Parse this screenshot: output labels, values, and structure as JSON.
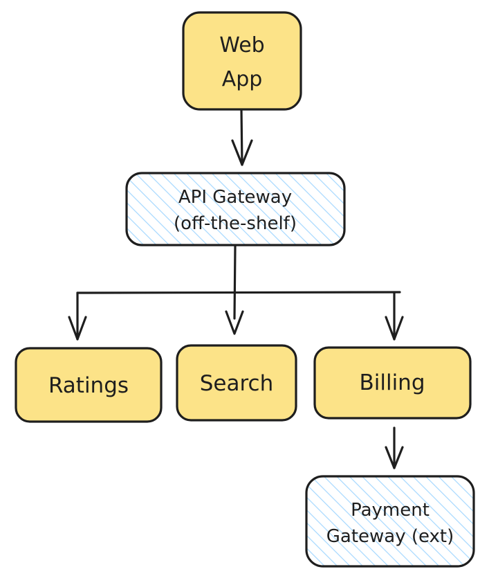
{
  "colors": {
    "stroke": "#1e1e1e",
    "service_fill": "#fce388",
    "external_hatch": "#a5d8ff",
    "background": "#ffffff"
  },
  "nodes": {
    "web_app": {
      "line1": "Web",
      "line2": "App",
      "kind": "service"
    },
    "api_gateway": {
      "line1": "API Gateway",
      "line2": "(off-the-shelf)",
      "kind": "external"
    },
    "ratings": {
      "label": "Ratings",
      "kind": "service"
    },
    "search": {
      "label": "Search",
      "kind": "service"
    },
    "billing": {
      "label": "Billing",
      "kind": "service"
    },
    "payment_gateway": {
      "line1": "Payment",
      "line2": "Gateway (ext)",
      "kind": "external"
    }
  },
  "edges": [
    {
      "from": "web_app",
      "to": "api_gateway"
    },
    {
      "from": "api_gateway",
      "to": "ratings"
    },
    {
      "from": "api_gateway",
      "to": "search"
    },
    {
      "from": "api_gateway",
      "to": "billing"
    },
    {
      "from": "billing",
      "to": "payment_gateway"
    }
  ]
}
